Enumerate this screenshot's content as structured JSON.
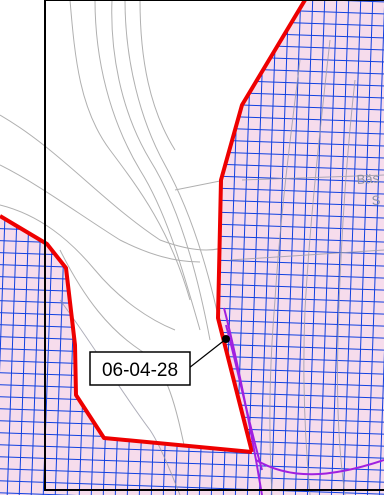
{
  "map": {
    "parcel_label": "06-04-28",
    "fragment_label_1": "Bäs",
    "fragment_label_2": "S"
  },
  "colors": {
    "zone_fill": "#f6dcec",
    "hatch": "#1040e0",
    "zone_border": "#ee0000",
    "route_line": "#a020e0",
    "frame": "#000000",
    "contour": "#b0b0b0"
  }
}
